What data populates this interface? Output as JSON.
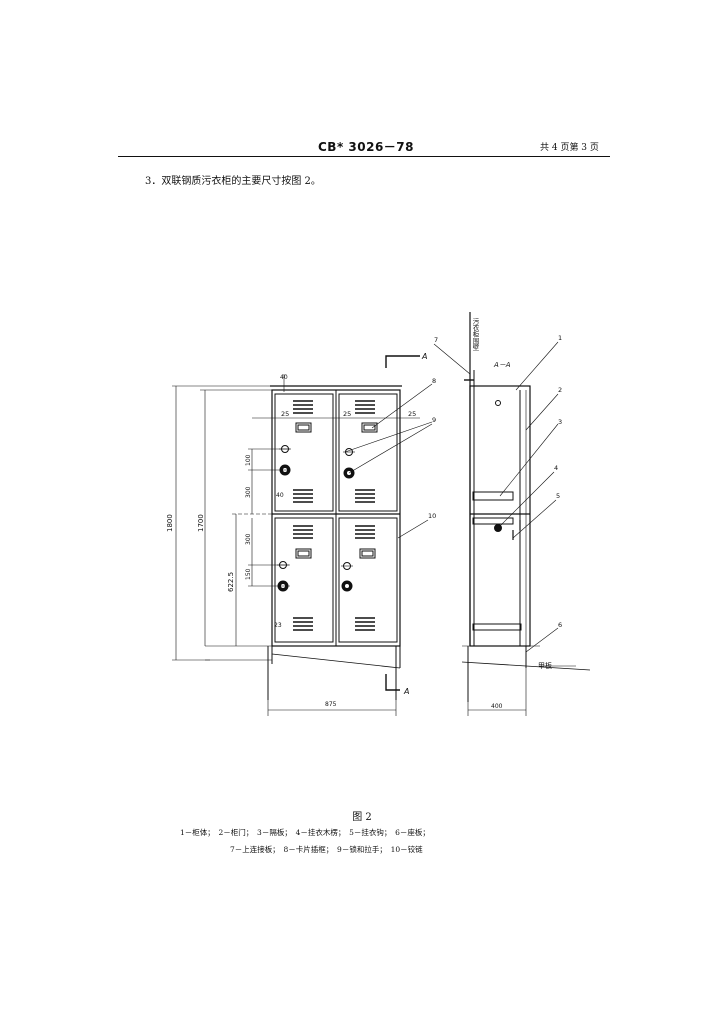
{
  "header": {
    "standard": "CB* 3026－78",
    "page": "共 4 页第 3 页"
  },
  "intro": "3．双联钢质污衣柜的主要尺寸按图 2。",
  "figure": {
    "caption": "图 2",
    "legend_line1": "1－柜体；　2－柜门；　3－隔板；　4－挂衣木楞；　5－挂衣钩；　6－座板；",
    "legend_line2": "7－上连接板；　8－卡片插框；　9－锁和拉手；　10－铰链",
    "section_label": "A－A",
    "section_marker": "A",
    "bulkhead_label": "污衣柜围壁",
    "deck_label": "甲板",
    "part_numbers": [
      "1",
      "2",
      "3",
      "4",
      "5",
      "6",
      "7",
      "8",
      "9",
      "10"
    ],
    "dims": {
      "height_total": "1800",
      "height_body": "1700",
      "width": "875",
      "depth": "400",
      "top_offset": "40",
      "card_25_a": "25",
      "card_25_b": "25",
      "card_25_c": "25",
      "hole_100": "100",
      "door_300_a": "300",
      "door_300_b": "300",
      "hole_150": "150",
      "lower_622": "622.5",
      "base_23": "23",
      "mid_40": "40"
    }
  }
}
